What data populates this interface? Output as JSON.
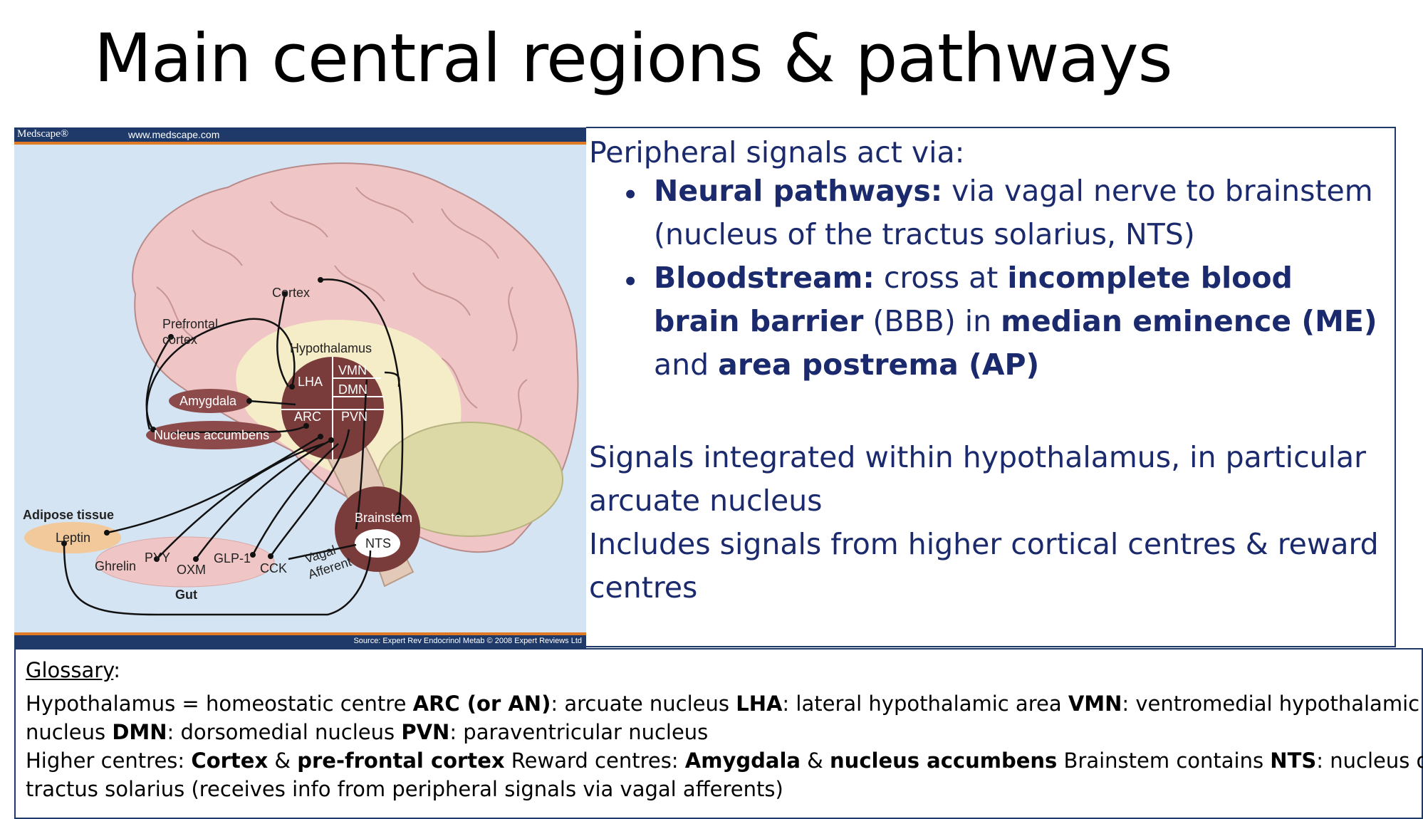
{
  "title": "Main central regions & pathways",
  "figure": {
    "brand": "Medscape®",
    "url": "www.medscape.com",
    "source": "Source: Expert Rev Endocrinol Metab © 2008 Expert Reviews Ltd",
    "labels": {
      "cortex": "Cortex",
      "prefrontal_1": "Prefrontal",
      "prefrontal_2": "cortex",
      "hypothalamus": "Hypothalamus",
      "vmn": "VMN",
      "lha": "LHA",
      "dmn": "DMN",
      "arc": "ARC",
      "pvn": "PVN",
      "amygdala": "Amygdala",
      "nucleus_accumbens": "Nucleus accumbens",
      "adipose": "Adipose tissue",
      "leptin": "Leptin",
      "brainstem": "Brainstem",
      "nts": "NTS",
      "ghrelin": "Ghrelin",
      "pyy": "PYY",
      "oxm": "OXM",
      "glp1": "GLP-1",
      "cck": "CCK",
      "vagal": "Vagal",
      "afferent": "Afferent",
      "gut": "Gut"
    }
  },
  "textbox": {
    "intro": "Peripheral signals act via:",
    "bullet1_bold": "Neural pathways:",
    "bullet1_rest": " via vagal nerve to brainstem (nucleus of the tractus solarius, NTS)",
    "bullet2_bold1": "Bloodstream:",
    "bullet2_t1": " cross at ",
    "bullet2_bold2": "incomplete blood brain barrier",
    "bullet2_t2": " (BBB) in ",
    "bullet2_bold3": "median eminence (ME)",
    "bullet2_t3": " and ",
    "bullet2_bold4": "area postrema (AP)",
    "para1_l1": "Signals integrated within hypothalamus, in particular",
    "para1_l2": "arcuate nucleus",
    "para2_l1": "Includes signals from higher cortical centres & reward",
    "para2_l2": "centres"
  },
  "glossary": {
    "heading": "Glossary",
    "colon": ":",
    "l1_a": "Hypothalamus = homeostatic centre ",
    "l1_b": "ARC (or AN)",
    "l1_c": ": arcuate nucleus   ",
    "l1_d": "LHA",
    "l1_e": ": lateral hypothalamic area  ",
    "l1_f": "VMN",
    "l1_g": ": ventromedial hypothalamic",
    "l2_a": "nucleus  ",
    "l2_b": "DMN",
    "l2_c": ": dorsomedial nucleus   ",
    "l2_d": "PVN",
    "l2_e": ": paraventricular nucleus",
    "l3_a": "Higher centres: ",
    "l3_b": "Cortex",
    "l3_c": " & ",
    "l3_d": "pre-frontal cortex",
    "l3_e": "     Reward centres: ",
    "l3_f": "Amygdala",
    "l3_g": " & ",
    "l3_h": "nucleus accumbens",
    "l3_i": "     Brainstem contains ",
    "l3_j": "NTS",
    "l3_k": ": nucleus of the",
    "l4": "tractus solarius (receives info from peripheral signals via vagal afferents)"
  }
}
